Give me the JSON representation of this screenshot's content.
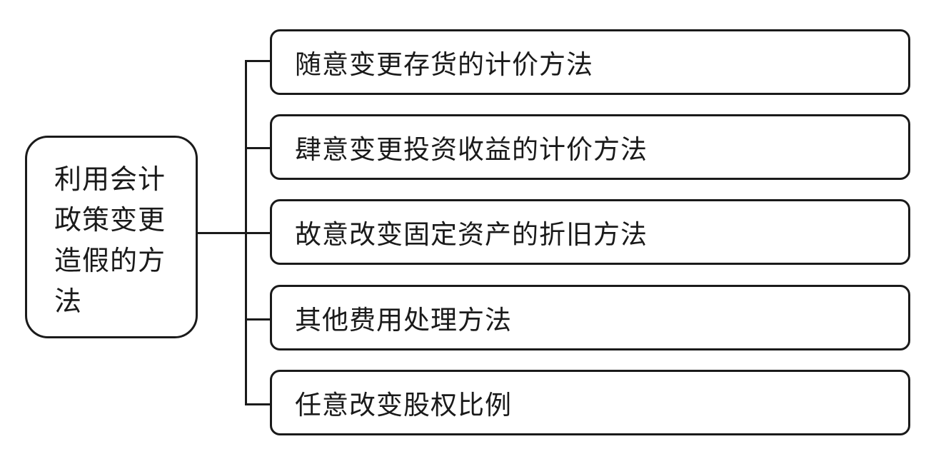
{
  "diagram": {
    "type": "tree",
    "root": {
      "label": "利用会计政策变更造假的方法"
    },
    "children": [
      {
        "label": "随意变更存货的计价方法"
      },
      {
        "label": "肆意变更投资收益的计价方法"
      },
      {
        "label": "故意改变固定资产的折旧方法"
      },
      {
        "label": "其他费用处理方法"
      },
      {
        "label": "任意改变股权比例"
      }
    ]
  },
  "colors": {
    "stroke": "#1a1a1a",
    "background": "#ffffff"
  }
}
